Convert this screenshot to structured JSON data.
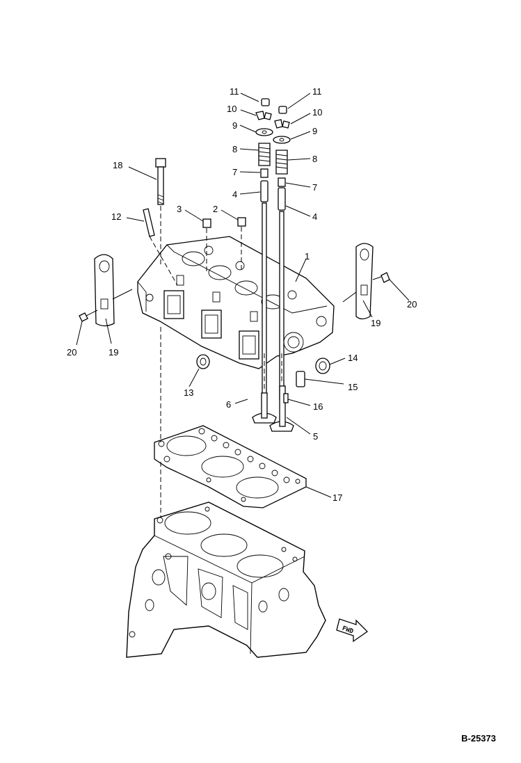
{
  "figure_id": "B-25373",
  "fwd_label": "FWD",
  "callouts": {
    "c1": "1",
    "c2": "2",
    "c3": "3",
    "c4a": "4",
    "c4b": "4",
    "c5": "5",
    "c6": "6",
    "c7a": "7",
    "c7b": "7",
    "c8a": "8",
    "c8b": "8",
    "c9a": "9",
    "c9b": "9",
    "c10a": "10",
    "c10b": "10",
    "c11a": "11",
    "c11b": "11",
    "c12": "12",
    "c13": "13",
    "c14": "14",
    "c15": "15",
    "c16": "16",
    "c17": "17",
    "c18": "18",
    "c19a": "19",
    "c19b": "19",
    "c20a": "20",
    "c20b": "20"
  }
}
